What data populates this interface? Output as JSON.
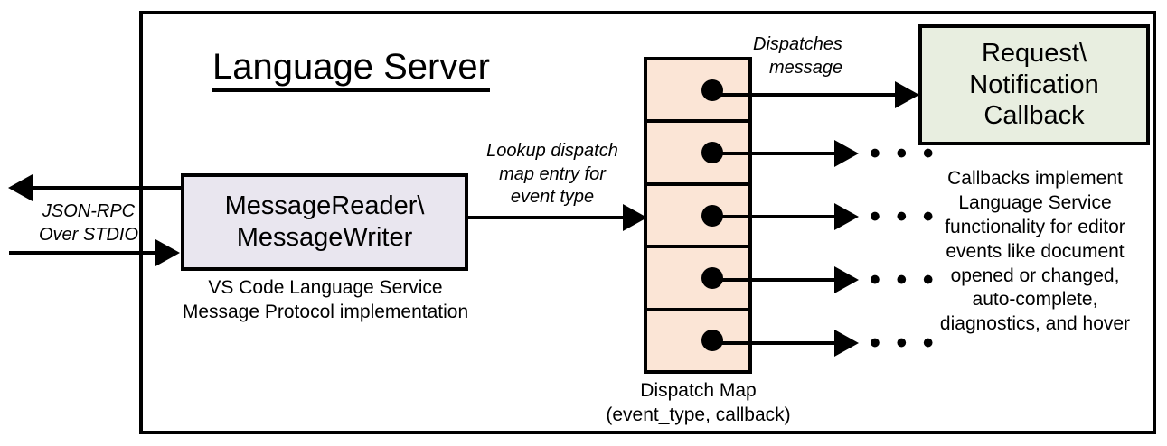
{
  "diagram": {
    "title": "Language Server",
    "container_label": "Language Server"
  },
  "external_io": {
    "label": "JSON-RPC\nOver STDIO",
    "label_line1": "JSON-RPC",
    "label_line2": "Over STDIO",
    "outbound_arrow": "arrow-left",
    "inbound_arrow": "arrow-right"
  },
  "message_component": {
    "title_line1": "MessageReader\\",
    "title_line2": "MessageWriter",
    "caption_line1": "VS Code Language Service",
    "caption_line2": "Message Protocol implementation",
    "fill": "#e9e6ef"
  },
  "lookup_edge": {
    "label_line1": "Lookup dispatch",
    "label_line2": "map entry for",
    "label_line3": "event type"
  },
  "dispatch_map": {
    "caption_line1": "Dispatch Map",
    "caption_line2": "(event_type, callback)",
    "fill": "#fbe5d6",
    "rows": [
      {
        "index": 1,
        "has_dot": true,
        "target": "callback"
      },
      {
        "index": 2,
        "has_dot": true,
        "target": "ellipsis"
      },
      {
        "index": 3,
        "has_dot": true,
        "target": "ellipsis"
      },
      {
        "index": 4,
        "has_dot": true,
        "target": "ellipsis"
      },
      {
        "index": 5,
        "has_dot": true,
        "target": "ellipsis"
      }
    ],
    "ellipsis_glyph": "• • •"
  },
  "dispatch_edge": {
    "label_line1": "Dispatches",
    "label_line2": "message"
  },
  "callback_component": {
    "title_line1": "Request\\",
    "title_line2": "Notification",
    "title_line3": "Callback",
    "fill": "#e8eee0",
    "caption_line1": "Callbacks implement",
    "caption_line2": "Language Service",
    "caption_line3": "functionality for editor",
    "caption_line4": "events like document",
    "caption_line5": "opened or changed,",
    "caption_line6": "auto-complete,",
    "caption_line7": "diagnostics, and hover"
  },
  "colors": {
    "stroke": "#000000",
    "background": "#ffffff"
  }
}
